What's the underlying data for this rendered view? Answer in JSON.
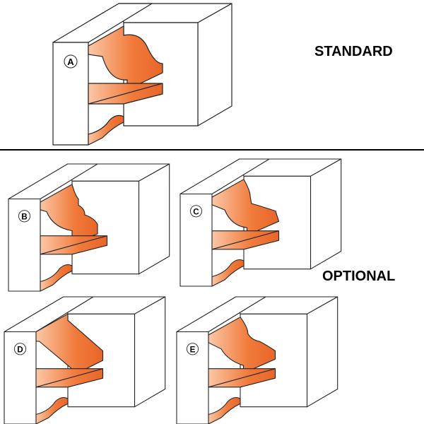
{
  "headings": {
    "standard": "STANDARD",
    "optional": "OPTIONAL"
  },
  "profiles": [
    {
      "letter": "A",
      "group": "standard"
    },
    {
      "letter": "B",
      "group": "optional"
    },
    {
      "letter": "C",
      "group": "optional"
    },
    {
      "letter": "D",
      "group": "optional"
    },
    {
      "letter": "E",
      "group": "optional"
    }
  ],
  "colors": {
    "wood": "#ffffff",
    "cut": "#f07a3a",
    "cutLight": "#fbc7a6",
    "line": "#222222"
  }
}
